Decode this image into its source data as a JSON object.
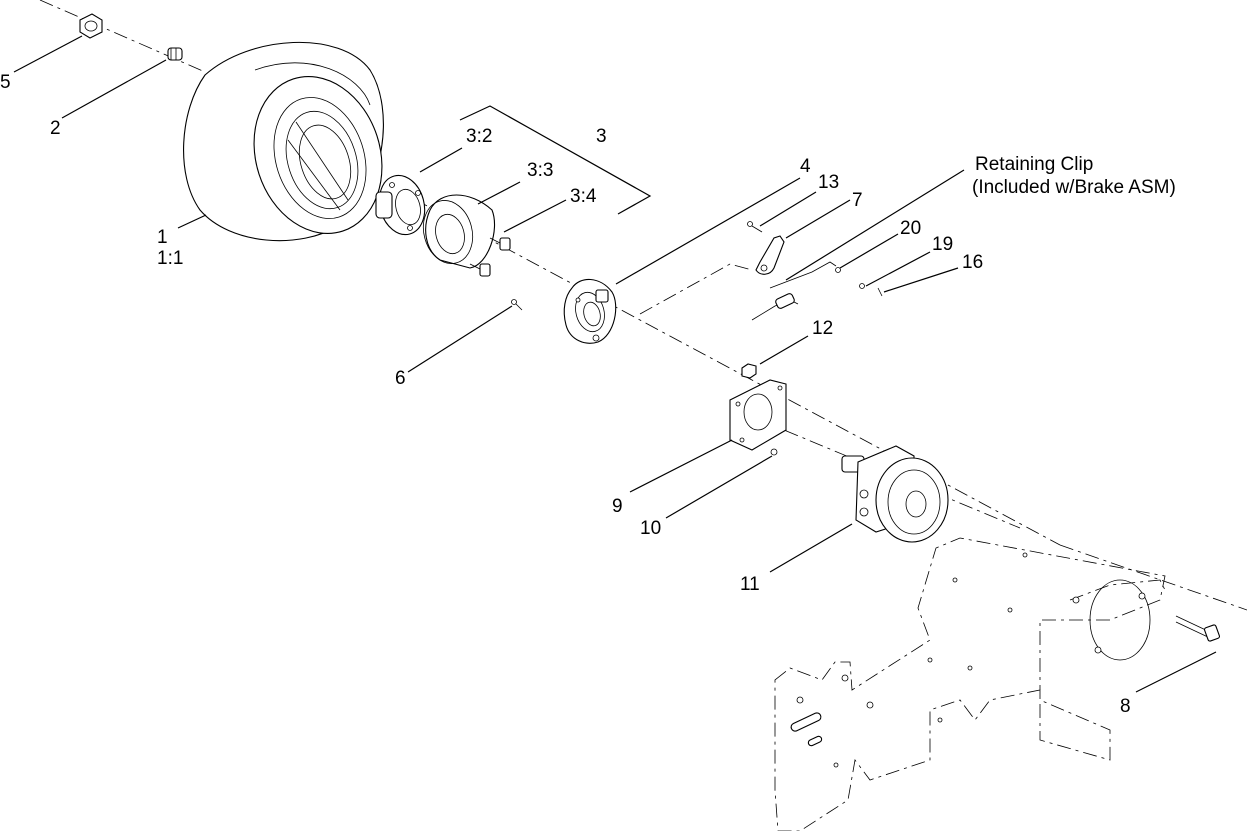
{
  "callouts": {
    "c1": "1",
    "c1_1": "1:1",
    "c2": "2",
    "c3": "3",
    "c3_2": "3:2",
    "c3_3": "3:3",
    "c3_4": "3:4",
    "c4": "4",
    "c5": "5",
    "c6": "6",
    "c7": "7",
    "c8": "8",
    "c9": "9",
    "c10": "10",
    "c11": "11",
    "c12": "12",
    "c13": "13",
    "c16": "16",
    "c19": "19",
    "c20": "20"
  },
  "note": {
    "line1": "Retaining Clip",
    "line2": "(Included w/Brake ASM)"
  }
}
